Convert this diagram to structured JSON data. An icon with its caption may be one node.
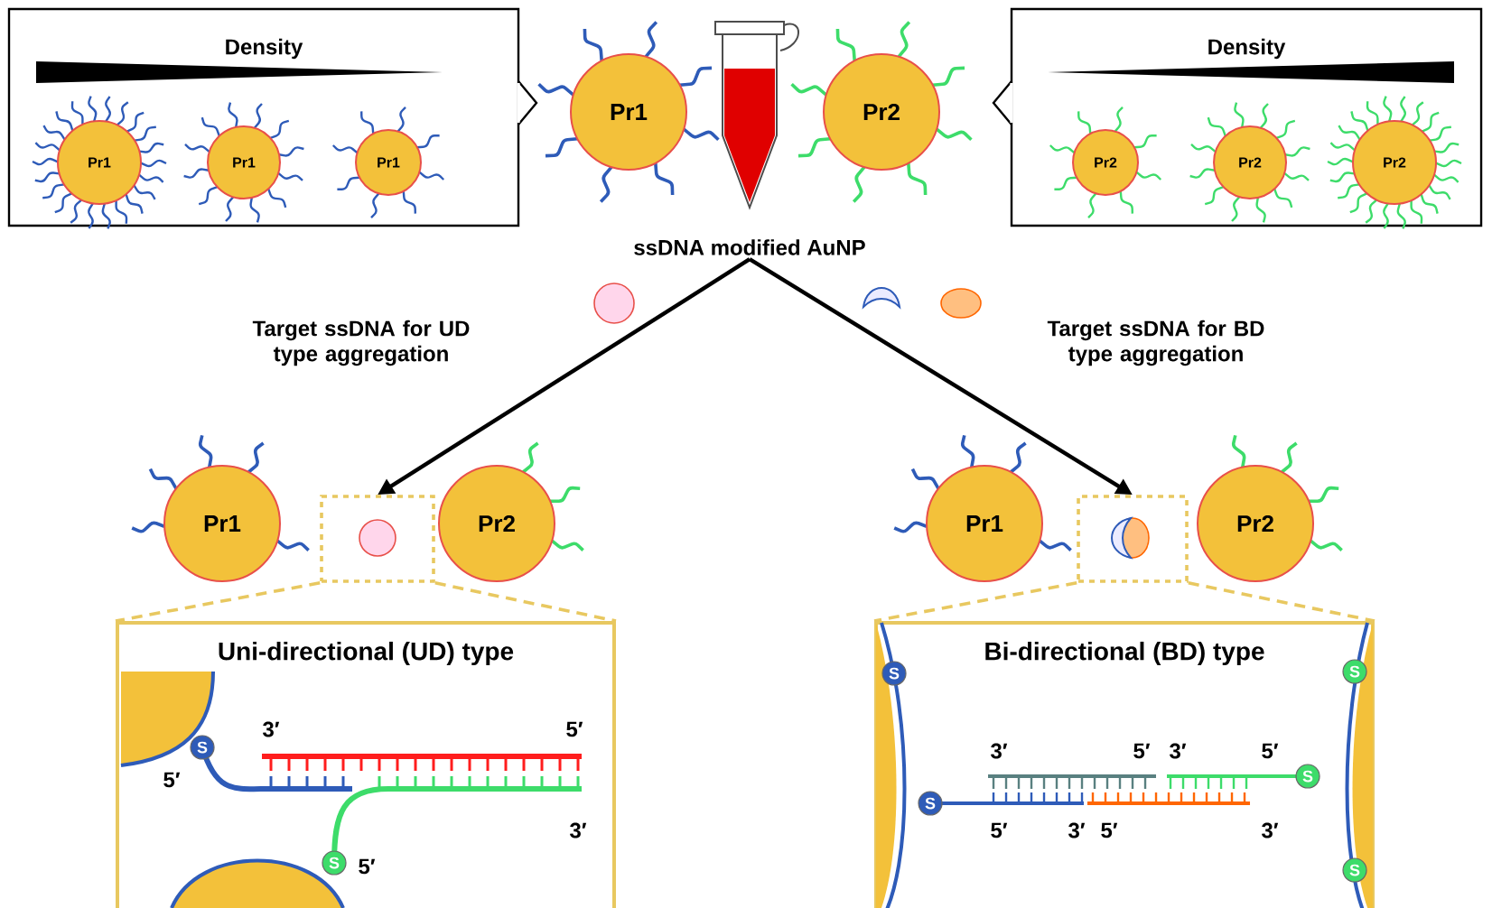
{
  "diagram": {
    "nodes": [
      {
        "text": [
          "Density"
        ]
      },
      {
        "text": [
          "Pr1"
        ],
        "in": 0
      },
      {
        "text": [
          "Pr1"
        ],
        "in": 0
      },
      {
        "text": [
          "Pr1"
        ],
        "in": 0
      },
      {
        "text": [
          "Pr1"
        ]
      },
      {
        "text": [
          "Pr2"
        ]
      },
      {
        "text": [
          "Density"
        ]
      },
      {
        "text": [
          "Pr2"
        ],
        "in": 6
      },
      {
        "text": [
          "Pr2"
        ],
        "in": 6
      },
      {
        "text": [
          "Pr2"
        ],
        "in": 6
      },
      {
        "text": [
          "ssDNA modified AuNP"
        ]
      },
      {
        "text": [
          "Pr1"
        ]
      },
      {
        "text": [],
        "shape": "box"
      },
      {
        "text": [
          "Pr2"
        ]
      },
      {
        "text": [
          "Uni-directional (UD) type"
        ]
      },
      {
        "text": [
          "Pr1"
        ]
      },
      {
        "text": [],
        "shape": "box"
      },
      {
        "text": [
          "Pr2"
        ]
      },
      {
        "text": [
          "Bi-directional (BD) type"
        ]
      }
    ],
    "edges": [
      {
        "from": 10,
        "to": 12,
        "arrow": "to",
        "label": "Target ssDNA for UD type aggregation",
        "color": "#000000"
      },
      {
        "from": 10,
        "to": 16,
        "arrow": "to",
        "label": "Target ssDNA for BD type aggregation",
        "color": "#000000"
      },
      {
        "from": 12,
        "to": 14,
        "arrow": "none",
        "style": "dashed",
        "color": "#e8c860"
      },
      {
        "from": 12,
        "to": 14,
        "arrow": "none",
        "style": "dashed",
        "color": "#e8c860"
      },
      {
        "from": 16,
        "to": 18,
        "arrow": "none",
        "style": "dashed",
        "color": "#e8c860"
      },
      {
        "from": 16,
        "to": 18,
        "arrow": "none",
        "style": "dashed",
        "color": "#e8c860"
      }
    ],
    "labels": [
      "3′",
      "5′",
      "5′",
      "S",
      "S",
      "3′",
      "5′",
      "S",
      "3′",
      "5′",
      "3′",
      "5′",
      "S",
      "S",
      "5′",
      "3′",
      "5′",
      "3′",
      "S",
      "S"
    ]
  }
}
